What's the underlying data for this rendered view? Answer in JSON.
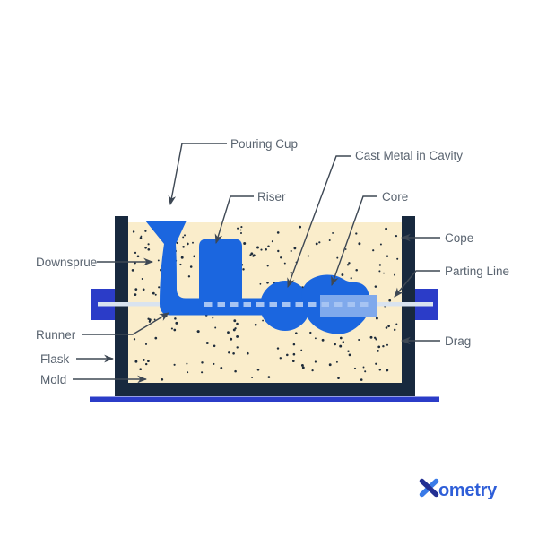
{
  "diagram": {
    "type": "sand-casting-mold-cross-section",
    "labels": {
      "pouring_cup": "Pouring Cup",
      "riser": "Riser",
      "cast_metal_in_cavity": "Cast Metal in Cavity",
      "core": "Core",
      "cope": "Cope",
      "parting_line": "Parting Line",
      "drag": "Drag",
      "downsprue": "Downsprue",
      "runner": "Runner",
      "flask": "Flask",
      "mold": "Mold"
    },
    "icons": {
      "leader_arrowhead": "arrow-icon",
      "logo_mark": "xometry-x-icon"
    },
    "colors": {
      "background": "#FFFFFF",
      "flask_wall": "#18293E",
      "sand": "#FAEDCB",
      "sand_dots": "#1D2B3A",
      "molten_metal": "#1B66DF",
      "core_insert": "#7FA9EC",
      "parting_line_dash": "#A6C4F3",
      "parting_line_solid": "#D9E3EF",
      "pins_and_base": "#2B3CC8",
      "label_text": "#5A6470",
      "leader_line": "#3E4854",
      "logo_text": "#2E5ED8",
      "logo_mark_dark": "#232F92",
      "logo_mark_light": "#3A7BE8"
    }
  },
  "footer": {
    "brand_suffix": "ometry"
  }
}
